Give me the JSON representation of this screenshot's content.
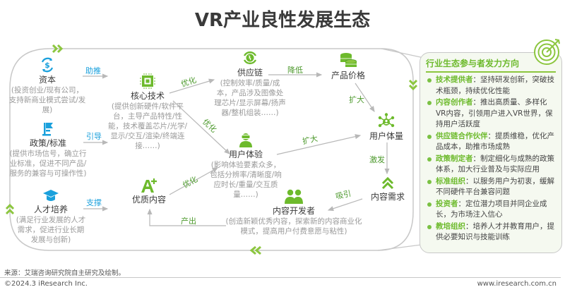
{
  "title": "VR产业良性发展生态",
  "nodes": {
    "capital": {
      "name": "资本",
      "desc": "(投资创业/现有公司，支持新商业模式尝试/发展)",
      "icon": "dollar-cycle-icon"
    },
    "policy": {
      "name": "政策/标准",
      "desc": "(提供市场信号，确立行业标准，促进不同产品/服务的兼容与可操作性)",
      "icon": "flag-icon"
    },
    "talent": {
      "name": "人才培养",
      "desc": "(满足行业发展的人才需求，促进行业长期发展与创新)",
      "icon": "graduation-cap-icon"
    },
    "core_tech": {
      "name": "核心技术",
      "desc": "(提供创新硬件/软件平台，主导产品特性/性能，技术覆盖芯片/光学/显示/交互/渲染/终端连接……)",
      "icon": "chip-icon"
    },
    "supply_chain": {
      "name": "供应链",
      "desc": "(控制效率/质量/成本，产品涉及图像处理芯片/显示屏幕/扬声器/整机组装……)",
      "icon": "globe-cycle-icon"
    },
    "price": {
      "name": "产品价格",
      "icon": "coins-icon"
    },
    "user_volume": {
      "name": "用户体量",
      "icon": "network-user-icon"
    },
    "user_experience": {
      "name": "用户体验",
      "desc": "(影响体验要素众多，包括分辨率/清晰度/响应时长/重量/交互质量……)",
      "icon": "vr-headset-user-icon"
    },
    "quality_content": {
      "name": "优质内容",
      "icon": "a-plus-icon"
    },
    "content_demand": {
      "name": "内容需求",
      "icon": "double-chevron-up-icon"
    },
    "developers": {
      "name": "内容开发者",
      "desc": "(创造新颖优秀内容，探索新的内容商业化模式，提高用户付费意愿与粘性)",
      "icon": "people-icon"
    }
  },
  "edges": {
    "capital_push": "助推",
    "policy_guide": "引导",
    "talent_support": "支撑",
    "tech_opt_supply": "优化",
    "tech_opt_ux": "优化",
    "supply_lower": "降低",
    "price_expand": "扩大",
    "ux_expand": "扩大",
    "volume_stimulate": "激发",
    "demand_attract": "吸引",
    "dev_output": "产出",
    "content_opt": "优化"
  },
  "panel": {
    "title": "行业生态参与者发力方向",
    "icon": "target-icon",
    "items": [
      {
        "key": "技术提供者",
        "text": "：坚持研发创新，突破技术瓶颈，持续优化性能"
      },
      {
        "key": "内容创作者",
        "text": "：推出高质量、多样化VR内容，引领用户进入VR世界，保持用户活跃度"
      },
      {
        "key": "供应链合作伙伴",
        "text": "：提质维稳，优化产品成本，助推市场成熟"
      },
      {
        "key": "政策制定者",
        "text": "：制定细化与成熟的政策体系，加大行业普及与实际应用"
      },
      {
        "key": "标准组织",
        "text": "：以服务用户为初衷，缓解不同硬件平台兼容问题"
      },
      {
        "key": "投资者",
        "text": "：定位潜力项目并同企业成长，为市场注入信心"
      },
      {
        "key": "教培组织",
        "text": "：培养人才并教育用户，提供必要知识与技能训练"
      }
    ]
  },
  "footer": {
    "source": "来源：艾瑞咨询研究院自主研究及绘制。",
    "copyright": "©2024.3 iResearch Inc.",
    "url": "www.iresearch.com.cn"
  },
  "colors": {
    "accent_green": "#7ac143",
    "accent_blue": "#1aa0dc",
    "text_gray": "#9a9a9a"
  }
}
